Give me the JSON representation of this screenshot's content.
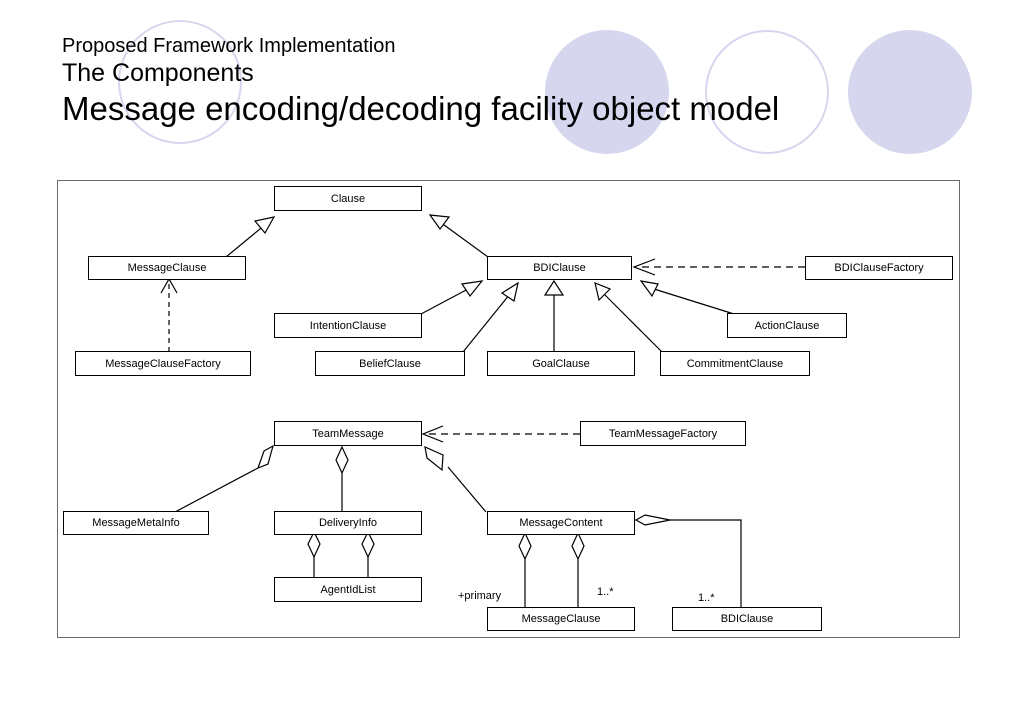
{
  "slide": {
    "title_line1": "Proposed Framework Implementation",
    "title_line2": "The Components",
    "title_line3": "Message encoding/decoding facility object model"
  },
  "diagram": {
    "classes": {
      "clause": "Clause",
      "message_clause": "MessageClause",
      "bdi_clause": "BDIClause",
      "bdi_clause_factory": "BDIClauseFactory",
      "intention_clause": "IntentionClause",
      "action_clause": "ActionClause",
      "message_clause_factory": "MessageClauseFactory",
      "belief_clause": "BeliefClause",
      "goal_clause": "GoalClause",
      "commitment_clause": "CommitmentClause",
      "team_message": "TeamMessage",
      "team_message_factory": "TeamMessageFactory",
      "message_meta_info": "MessageMetaInfo",
      "delivery_info": "DeliveryInfo",
      "message_content": "MessageContent",
      "agent_id_list": "AgentIdList",
      "content_message_clause": "MessageClause",
      "content_bdi_clause": "BDIClause"
    },
    "multiplicities": {
      "primary": "+primary",
      "message_clause_many": "1..*",
      "bdi_clause_many": "1..*"
    }
  },
  "colors": {
    "circle": "#d6d6ee",
    "border": "#000000"
  }
}
